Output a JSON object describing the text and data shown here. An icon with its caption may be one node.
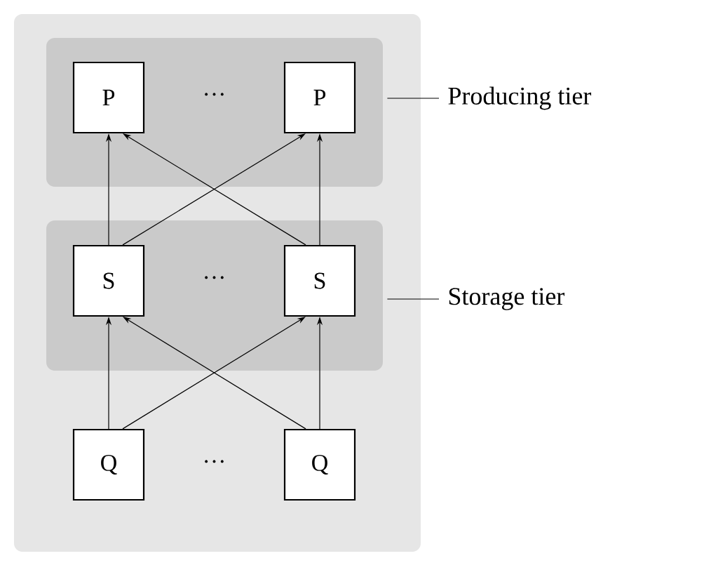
{
  "diagram": {
    "nodes": [
      {
        "text": [],
        "shape": "box"
      },
      {
        "text": [],
        "shape": "box",
        "in": 0
      },
      {
        "text": [
          "P"
        ],
        "in": 1
      },
      {
        "text": [
          "P"
        ],
        "in": 1
      },
      {
        "text": [],
        "shape": "box",
        "in": 0
      },
      {
        "text": [
          "S"
        ],
        "in": 4
      },
      {
        "text": [
          "S"
        ],
        "in": 4
      },
      {
        "text": [
          "Q"
        ],
        "in": 0
      },
      {
        "text": [
          "Q"
        ],
        "in": 0
      },
      {
        "text": [
          "Producing tier"
        ]
      },
      {
        "text": [
          "Storage tier"
        ]
      }
    ],
    "edges": [
      {
        "from": 7,
        "to": 5,
        "arrow": "to"
      },
      {
        "from": 7,
        "to": 6,
        "arrow": "to"
      },
      {
        "from": 8,
        "to": 5,
        "arrow": "to"
      },
      {
        "from": 8,
        "to": 6,
        "arrow": "to"
      },
      {
        "from": 5,
        "to": 2,
        "arrow": "to"
      },
      {
        "from": 5,
        "to": 3,
        "arrow": "to"
      },
      {
        "from": 6,
        "to": 2,
        "arrow": "to"
      },
      {
        "from": 6,
        "to": 3,
        "arrow": "to"
      },
      {
        "from": 9,
        "to": 1,
        "arrow": "none"
      },
      {
        "from": 10,
        "to": 4,
        "arrow": "none"
      }
    ],
    "labels": [
      "···",
      "···",
      "···"
    ]
  }
}
